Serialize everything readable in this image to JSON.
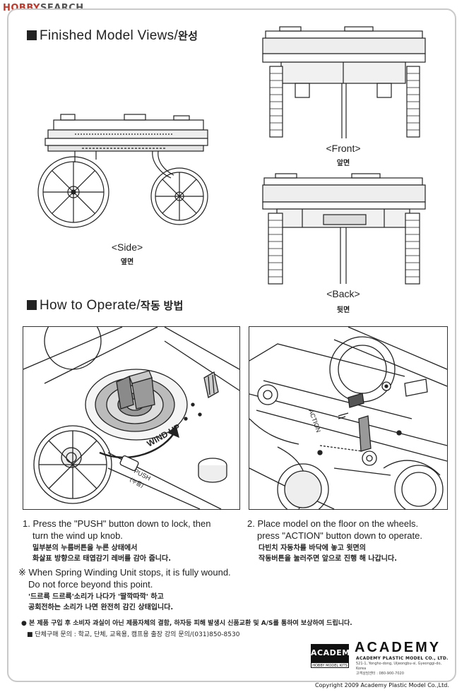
{
  "watermark": {
    "hobby": "HOBBY",
    "search": "SEARCH"
  },
  "finished": {
    "title_en": "Finished Model Views/",
    "title_ko": "완성",
    "side_label": "<Side>",
    "side_label_ko": "옆면",
    "front_label": "<Front>",
    "front_label_ko": "앞면",
    "back_label": "<Back>",
    "back_label_ko": "뒷면"
  },
  "operate": {
    "title_en": "How to Operate/",
    "title_ko": "작동 방법",
    "panel1": {
      "wind_up": "WIND UP",
      "push": "PUSH",
      "push_ko": "(누름)"
    },
    "panel2": {
      "action": "ACTION"
    },
    "step1_en_1": "1. Press the \"PUSH\" button down to lock, then",
    "step1_en_2": "turn the wind up knob.",
    "step1_ko_1": "밀부분의 누름버튼을 누른 상태에서",
    "step1_ko_2": "화살표 방향으로 태엽감기 레버를 감아 줍니다.",
    "step2_en_1": "2. Place model on the floor on the wheels.",
    "step2_en_2": "press \"ACTION\" button down to operate.",
    "step2_ko_1": "다빈치 자동차를 바닥에 놓고 윗면의",
    "step2_ko_2": "작동버튼을 눌러주면 앞으로 진행 해 나갑니다.",
    "note_mark": "※",
    "note_en_1": "When Spring Winding Unit stops, it is fully wound.",
    "note_en_2": "Do not force beyond this point.",
    "note_ko_1": "'드르륵 드르륵'소리가 나다가 '딸깍따깍' 하고",
    "note_ko_2": "공회전하는 소리가 나면 완전히 감긴 상태입니다."
  },
  "footer": {
    "notice": "● 본 제품 구입 후 소비자 과실이 아닌 제품자체의 결함, 하자등 피해 발생시 신품교환 및 A/S를 통하여 보상하여 드립니다.",
    "inquiry": "■ 단체구매 문의 : 학교, 단체, 교육용, 캠프용 출장 강의 문의/(031)850-8530",
    "logo_box": "ACADEMY",
    "logo_sub": "HOBBY MODEL KITS",
    "brand": "ACADEMY",
    "brand_sub": "ACADEMY PLASTIC MODEL CO., LTD.",
    "address_1": "521-1, Yongho-dong, Uijeongbu-si, Gyeonggi-do, Korea",
    "address_2": "고객상담센터 : 080-900-7020",
    "copyright": "Copyright 2009 Academy Plastic Model Co.,Ltd."
  }
}
